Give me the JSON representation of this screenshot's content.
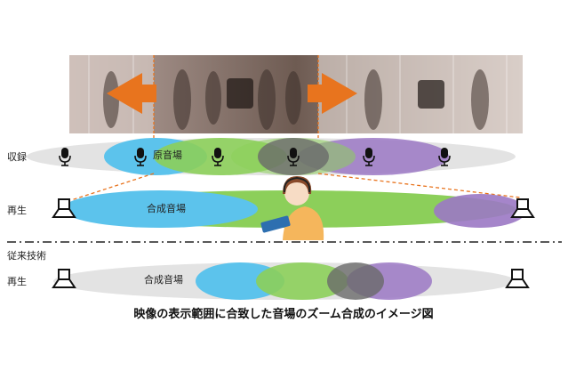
{
  "labels": {
    "recording": "収録",
    "playback": "再生",
    "conventional": "従来技術",
    "playback2": "再生",
    "original_sound_field": "原音場",
    "synthesized_sound_field": "合成音場",
    "synthesized_sound_field2": "合成音場"
  },
  "caption": "映像の表示範囲に合致した音場のズーム合成のイメージ図",
  "icons": {
    "microphone": "microphone-icon",
    "speaker": "speaker-icon",
    "zoom_arrow": "orange-arrow-icon",
    "listener": "listener-with-tablet"
  },
  "colors": {
    "blue": "#5cc3ec",
    "green": "#8ccf5a",
    "purple": "#9b78c4",
    "dark_overlap": "#6a6a6a",
    "gray_field": "#e3e3e3",
    "orange": "#e8741e"
  }
}
